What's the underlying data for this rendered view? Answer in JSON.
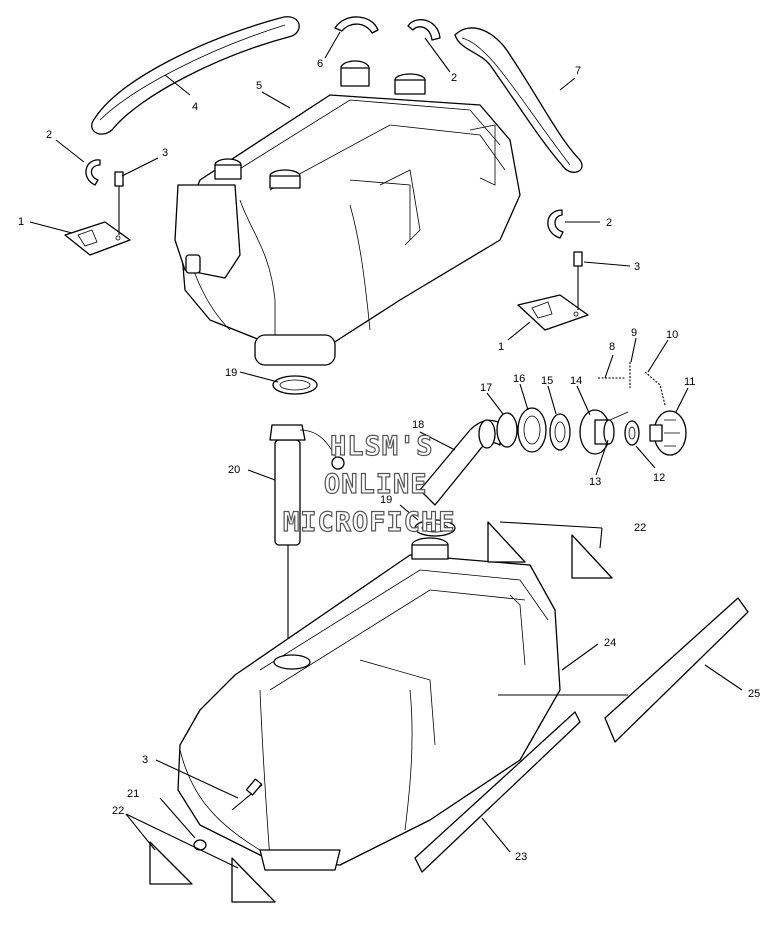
{
  "watermark": {
    "line1": "HLSM'S",
    "line2": "ONLINE",
    "line3": "MICROFICHE"
  },
  "callouts": [
    {
      "id": "c1a",
      "text": "1"
    },
    {
      "id": "c2a",
      "text": "2"
    },
    {
      "id": "c3a",
      "text": "3"
    },
    {
      "id": "c4",
      "text": "4"
    },
    {
      "id": "c5",
      "text": "5"
    },
    {
      "id": "c6",
      "text": "6"
    },
    {
      "id": "c2b",
      "text": "2"
    },
    {
      "id": "c7",
      "text": "7"
    },
    {
      "id": "c2c",
      "text": "2"
    },
    {
      "id": "c3b",
      "text": "3"
    },
    {
      "id": "c1b",
      "text": "1"
    },
    {
      "id": "c8",
      "text": "8"
    },
    {
      "id": "c9",
      "text": "9"
    },
    {
      "id": "c10",
      "text": "10"
    },
    {
      "id": "c11",
      "text": "11"
    },
    {
      "id": "c12",
      "text": "12"
    },
    {
      "id": "c13",
      "text": "13"
    },
    {
      "id": "c14",
      "text": "14"
    },
    {
      "id": "c15",
      "text": "15"
    },
    {
      "id": "c16",
      "text": "16"
    },
    {
      "id": "c17",
      "text": "17"
    },
    {
      "id": "c18",
      "text": "18"
    },
    {
      "id": "c19a",
      "text": "19"
    },
    {
      "id": "c19b",
      "text": "19"
    },
    {
      "id": "c20",
      "text": "20"
    },
    {
      "id": "c21",
      "text": "21"
    },
    {
      "id": "c22a",
      "text": "22"
    },
    {
      "id": "c22b",
      "text": "22"
    },
    {
      "id": "c23",
      "text": "23"
    },
    {
      "id": "c24",
      "text": "24"
    },
    {
      "id": "c25",
      "text": "25"
    },
    {
      "id": "c3c",
      "text": "3"
    }
  ]
}
